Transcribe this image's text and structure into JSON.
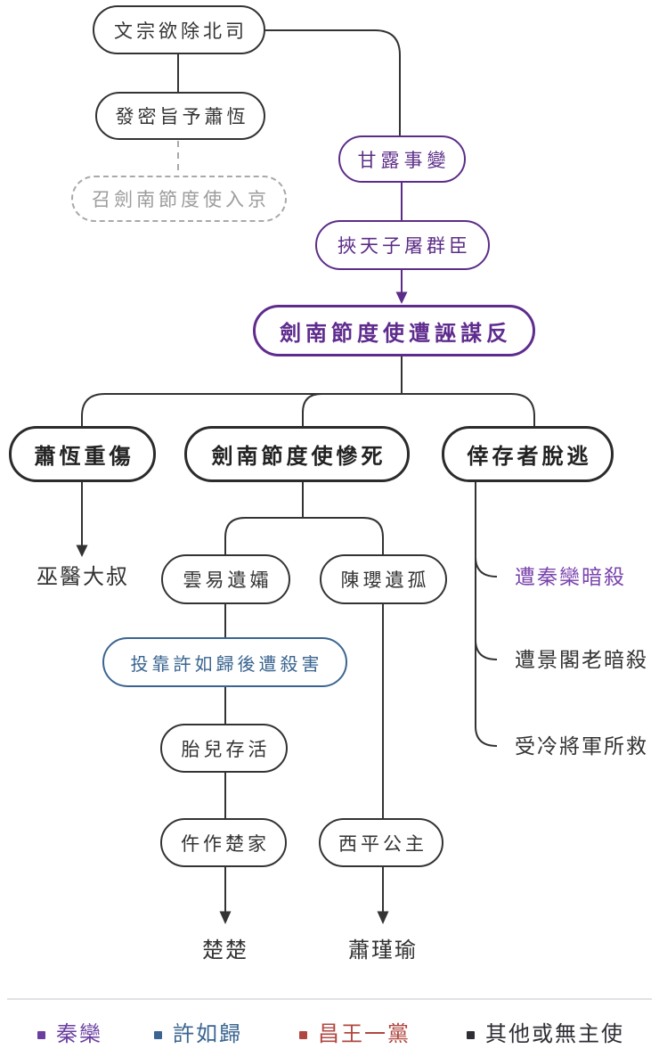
{
  "diagram": {
    "nodes": {
      "wenzong": {
        "label": "文宗欲除北司"
      },
      "secret_edict": {
        "label": "發密旨予蕭恆"
      },
      "summon_jiannan": {
        "label": "召劍南節度使入京"
      },
      "ganlu_incident": {
        "label": "甘露事變"
      },
      "hostage_emperor": {
        "label": "挾天子屠群臣"
      },
      "framed_treason": {
        "label": "劍南節度使遭誣謀反"
      },
      "xiaoheng_injured": {
        "label": "蕭恆重傷"
      },
      "jiedushi_death": {
        "label": "劍南節度使慘死"
      },
      "survivors_escape": {
        "label": "倖存者脫逃"
      },
      "wuyi_uncle": {
        "label": "巫醫大叔"
      },
      "yunyi_widow": {
        "label": "雲易遺孀"
      },
      "chenying_orphan": {
        "label": "陳瓔遺孤"
      },
      "killed_after_xuruigui": {
        "label": "投靠許如歸後遭殺害"
      },
      "fetus_survived": {
        "label": "胎兒存活"
      },
      "coroner_chu_family": {
        "label": "仵作楚家"
      },
      "xiping_princess": {
        "label": "西平公主"
      },
      "chuchu": {
        "label": "楚楚"
      },
      "xiao_jinyu": {
        "label": "蕭瑾瑜"
      },
      "assassinated_by_qinluan": {
        "label": "遭秦欒暗殺"
      },
      "assassinated_by_jinggelao": {
        "label": "遭景閣老暗殺"
      },
      "saved_by_general_leng": {
        "label": "受冷將軍所救"
      }
    },
    "colors": {
      "line": "#333333",
      "purple_dark": "#5c2d88",
      "purple_light": "#7b44ad",
      "blue": "#3a6590",
      "red": "#b04741",
      "gray_dashed": "#a9a9a9",
      "dark": "#2e2e34"
    },
    "legend": {
      "items": [
        {
          "label": "秦欒",
          "color": "#6b3fa0"
        },
        {
          "label": "許如歸",
          "color": "#3a6590"
        },
        {
          "label": "昌王一黨",
          "color": "#b04741"
        },
        {
          "label": "其他或無主使",
          "color": "#2e2e34"
        }
      ]
    }
  }
}
